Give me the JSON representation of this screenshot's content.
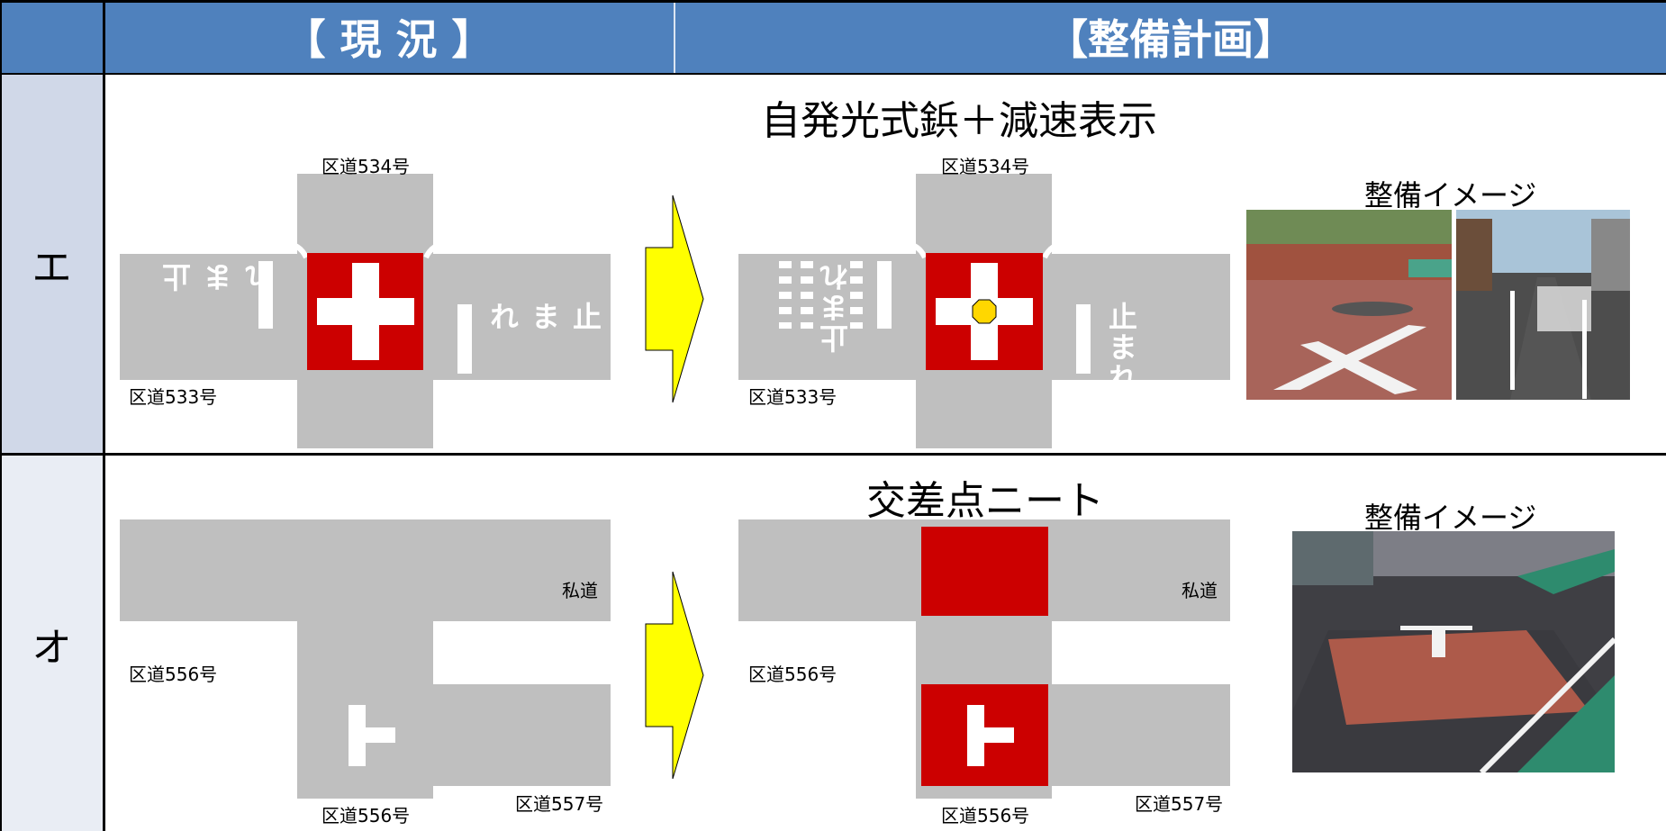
{
  "header": {
    "current_label": "【 現 況 】",
    "plan_label": "【整備計画】"
  },
  "rows": {
    "e": {
      "label": "エ"
    },
    "o": {
      "label": "オ"
    }
  },
  "row_e": {
    "plan_title": "自発光式鋲＋減速表示",
    "image_title": "整備イメージ",
    "road_north": "区道534号",
    "road_west": "区道533号",
    "stop_text": "止まれ"
  },
  "row_o": {
    "plan_title": "交差点ニート",
    "image_title": "整備イメージ",
    "road_private": "私道",
    "road_west": "区道556号",
    "road_south": "区道556号",
    "road_southeast": "区道557号"
  },
  "colors": {
    "header_bg": "#4f81bd",
    "road_gray": "#bfbfbf",
    "intersection_red": "#cc0000",
    "arrow_yellow": "#ffff00",
    "stud_yellow": "#ffd700"
  }
}
